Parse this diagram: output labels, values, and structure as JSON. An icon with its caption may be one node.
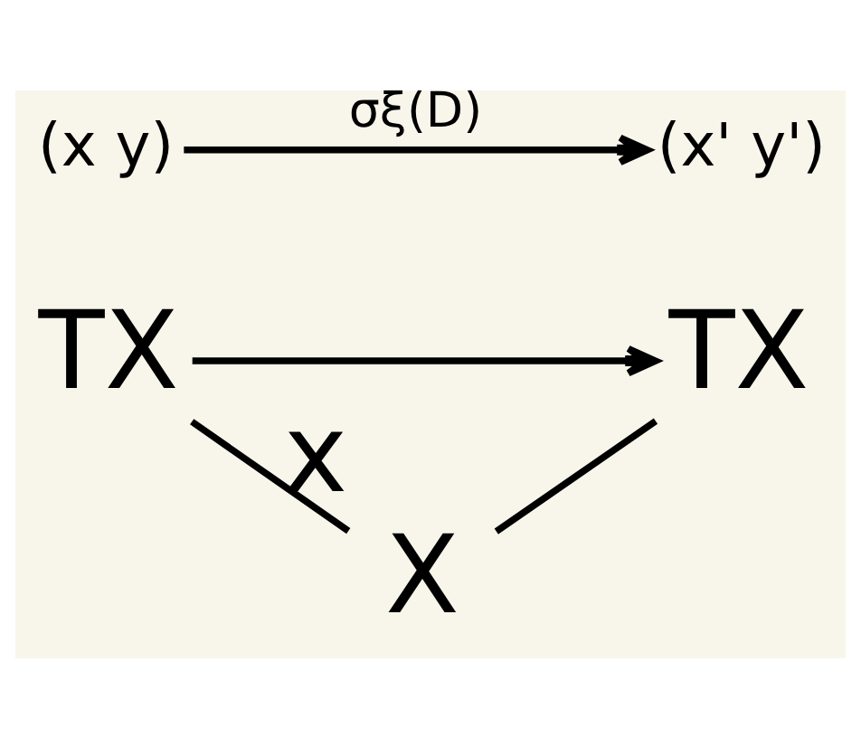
{
  "diagram": {
    "nodes": [
      {
        "text": [
          "(x y)"
        ]
      },
      {
        "text": [
          "(x' y')"
        ]
      },
      {
        "text": [
          "TX"
        ]
      },
      {
        "text": [
          "TX"
        ]
      },
      {
        "text": [
          "X"
        ],
        "beside": [
          "x"
        ]
      }
    ],
    "edges": [
      {
        "from": 0,
        "to": 1,
        "arrow": "to",
        "label": "σξ(D)"
      },
      {
        "from": 2,
        "to": 3,
        "arrow": "to"
      },
      {
        "from": 2,
        "to": 4,
        "arrow": "none"
      },
      {
        "from": 3,
        "to": 4,
        "arrow": "none"
      }
    ]
  }
}
